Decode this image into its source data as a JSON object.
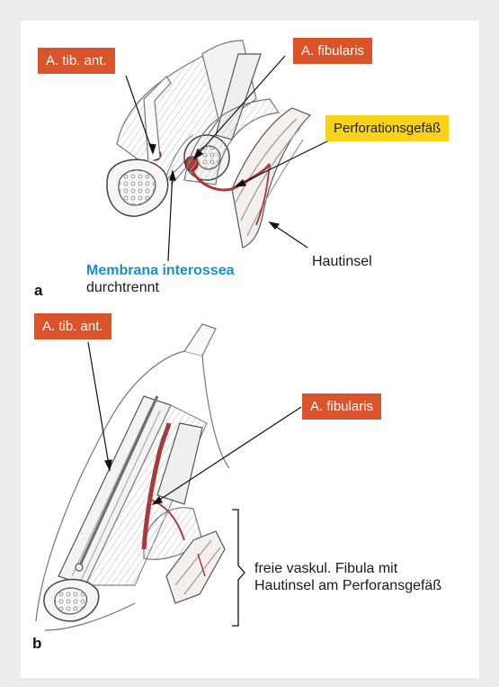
{
  "panel_a": {
    "letter": "a",
    "labels": {
      "a_tib_ant": "A. tib. ant.",
      "a_fibularis": "A. fibularis",
      "perforator": "Perforationsgefäß",
      "hautinsel": "Hautinsel",
      "membrana_line1": "Membrana interossea",
      "membrana_line2": "durchtrennt"
    }
  },
  "panel_b": {
    "letter": "b",
    "labels": {
      "a_tib_ant": "A. tib. ant.",
      "a_fibularis": "A. fibularis",
      "caption_line1": "freie vaskul. Fibula mit",
      "caption_line2": "Hautinsel am Perforansgefäß"
    }
  },
  "colors": {
    "label_orange": "#d9542a",
    "label_yellow": "#f9d21b",
    "membrana_blue": "#1a8dcb",
    "vessel_red": "#a83a3a",
    "frame_gray": "#ececec"
  }
}
